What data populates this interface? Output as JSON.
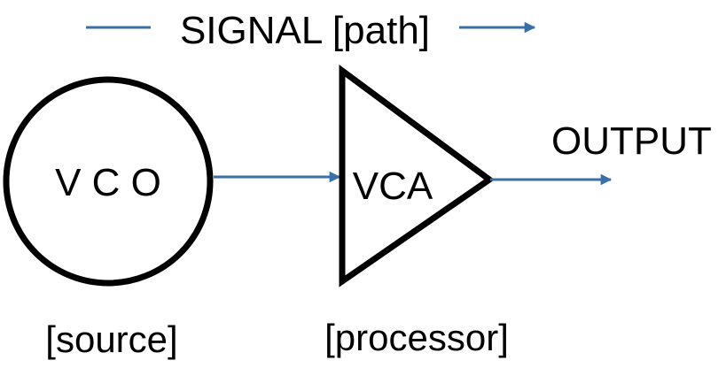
{
  "header": {
    "signal_label": "SIGNAL [path]"
  },
  "nodes": {
    "vco": {
      "label": "V C O",
      "caption": "[source]"
    },
    "vca": {
      "label": "VCA",
      "caption": "[processor]"
    },
    "output": {
      "label": "OUTPUT"
    }
  },
  "colors": {
    "arrow": "#3A6FA8",
    "stroke": "#000000",
    "background": "#FFFFFF"
  }
}
